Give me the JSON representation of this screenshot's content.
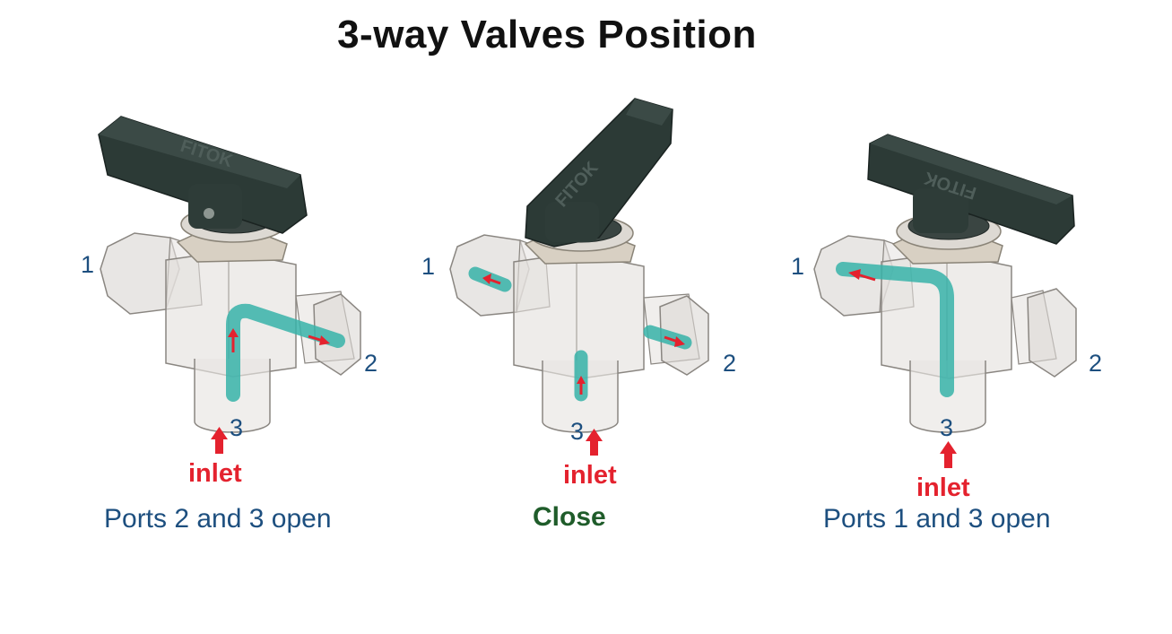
{
  "title": "3-way Valves Position",
  "valves": [
    {
      "handle_text": "FITOK",
      "port_1": "1",
      "port_2": "2",
      "port_3": "3",
      "inlet": "inlet",
      "caption": "Ports 2 and 3 open",
      "flow_paths": [
        "3",
        "2"
      ]
    },
    {
      "handle_text": "FITOK",
      "port_1": "1",
      "port_2": "2",
      "port_3": "3",
      "inlet": "inlet",
      "caption": "Close",
      "flow_paths": []
    },
    {
      "handle_text": "FITOK",
      "port_1": "1",
      "port_2": "2",
      "port_3": "3",
      "inlet": "inlet",
      "caption": "Ports 1 and 3 open",
      "flow_paths": [
        "3",
        "1"
      ]
    }
  ],
  "colors": {
    "handle": "#2c3a36",
    "body": "#d9d6d3",
    "flow": "#37b3a9",
    "arrow": "#e4222e",
    "label_blue": "#1d4f7f",
    "label_green": "#1f5c2a"
  }
}
